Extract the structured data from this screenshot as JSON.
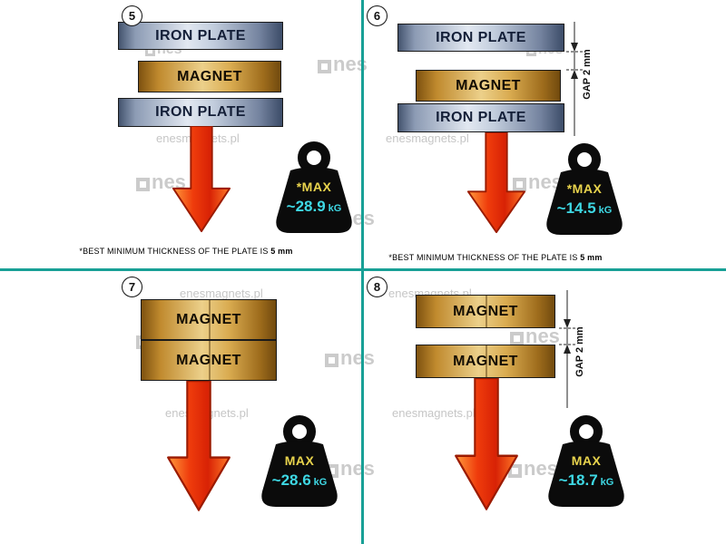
{
  "watermark": {
    "site": "enesmagnets.pl",
    "brand": "nes"
  },
  "colors": {
    "divider_teal": "#18a096",
    "arrow_red": "#e02808",
    "magnet_gold": "#d9ab50",
    "iron_steel": "#8c9bb4",
    "max_yellow": "#e9d44d",
    "value_cyan": "#3ed8e4",
    "weight_black": "#0b0b0b"
  },
  "panels": [
    {
      "number": "5",
      "layers": [
        "IRON PLATE",
        "MAGNET",
        "IRON PLATE"
      ],
      "weight": {
        "max_label": "*MAX",
        "value": "~28.9",
        "unit": "kG"
      },
      "note_prefix": "*BEST MINIMUM THICKNESS OF THE PLATE IS ",
      "note_strong": "5 mm"
    },
    {
      "number": "6",
      "layers": [
        "IRON PLATE",
        "MAGNET",
        "IRON PLATE"
      ],
      "gap_label": "GAP 2 mm",
      "weight": {
        "max_label": "*MAX",
        "value": "~14.5",
        "unit": "kG"
      },
      "note_prefix": "*BEST MINIMUM THICKNESS OF THE PLATE IS ",
      "note_strong": "5 mm"
    },
    {
      "number": "7",
      "layers": [
        "MAGNET",
        "MAGNET"
      ],
      "weight": {
        "max_label": "MAX",
        "value": "~28.6",
        "unit": "kG"
      }
    },
    {
      "number": "8",
      "layers": [
        "MAGNET",
        "MAGNET"
      ],
      "gap_label": "GAP 2 mm",
      "weight": {
        "max_label": "MAX",
        "value": "~18.7",
        "unit": "kG"
      }
    }
  ]
}
